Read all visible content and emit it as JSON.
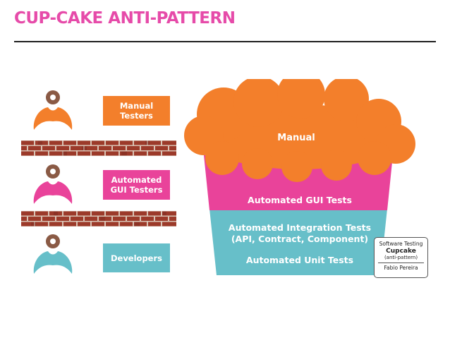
{
  "slide": {
    "title": "CUP-CAKE ANTI-PATTERN"
  },
  "colors": {
    "title": "#e64ba9",
    "orange": "#f37f2b",
    "pink": "#e9439a",
    "teal": "#67bfc9",
    "brick": "#9c3a2a",
    "person_head": "#8a5a45"
  },
  "roles": [
    {
      "label_line1": "Manual",
      "label_line2": "Testers",
      "color": "#f37f2b"
    },
    {
      "label_line1": "Automated",
      "label_line2": "GUI Testers",
      "color": "#e9439a"
    },
    {
      "label_line1": "Developers",
      "label_line2": "",
      "color": "#67bfc9"
    }
  ],
  "cupcake": {
    "frosting_label": "Manual",
    "gui_label": "Automated GUI Tests",
    "integration_line1": "Automated Integration Tests",
    "integration_line2": "(API, Contract, Component)",
    "unit_label": "Automated Unit Tests"
  },
  "badge": {
    "line1": "Software Testing",
    "line2": "Cupcake",
    "line3": "(anti-pattern)",
    "author": "Fabio Pereira"
  }
}
